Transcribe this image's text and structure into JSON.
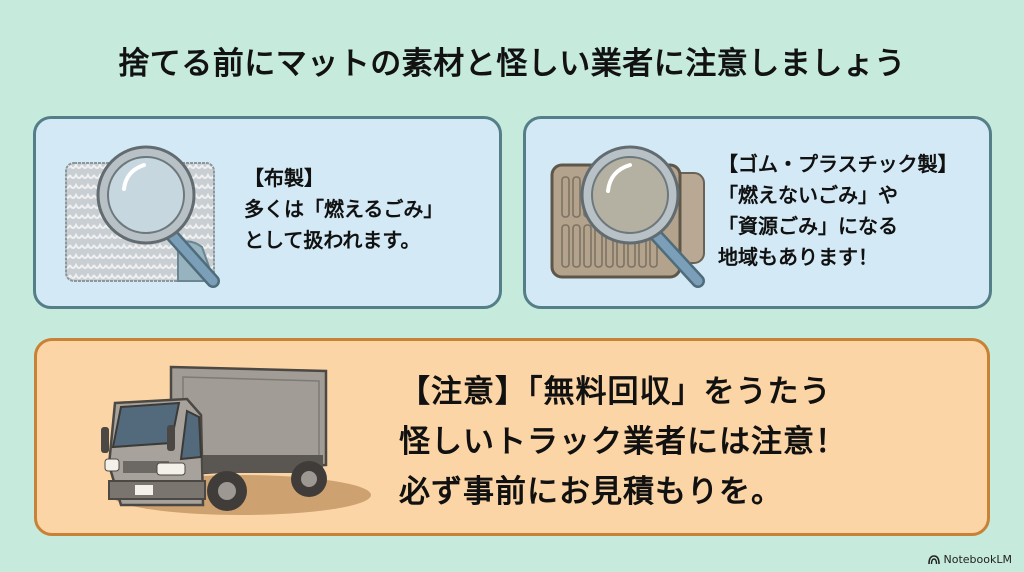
{
  "title": "捨てる前にマットの素材と怪しい業者に注意しましょう",
  "cards": {
    "fabric": {
      "heading": "【布製】",
      "lines": [
        "多くは「燃えるごみ」",
        "として扱われます。"
      ],
      "icon": "fabric-mat-with-magnifier-icon"
    },
    "rubber": {
      "heading": "【ゴム・プラスチック製】",
      "lines": [
        "「燃えないごみ」や",
        "「資源ごみ」になる",
        "地域もあります！"
      ],
      "icon": "rubber-mat-with-magnifier-icon"
    },
    "warning": {
      "lines": [
        "【注意】「無料回収」をうたう",
        "怪しいトラック業者には注意！",
        "必ず事前にお見積もりを。"
      ],
      "icon": "truck-icon"
    }
  },
  "brand": {
    "label": "NotebookLM",
    "icon": "notebooklm-logo-icon"
  },
  "colors": {
    "background": "#c6ebdd",
    "blue_card": "#d3eaf6",
    "blue_border": "#557f88",
    "orange_card": "#fcd5a6",
    "orange_border": "#c78236"
  }
}
